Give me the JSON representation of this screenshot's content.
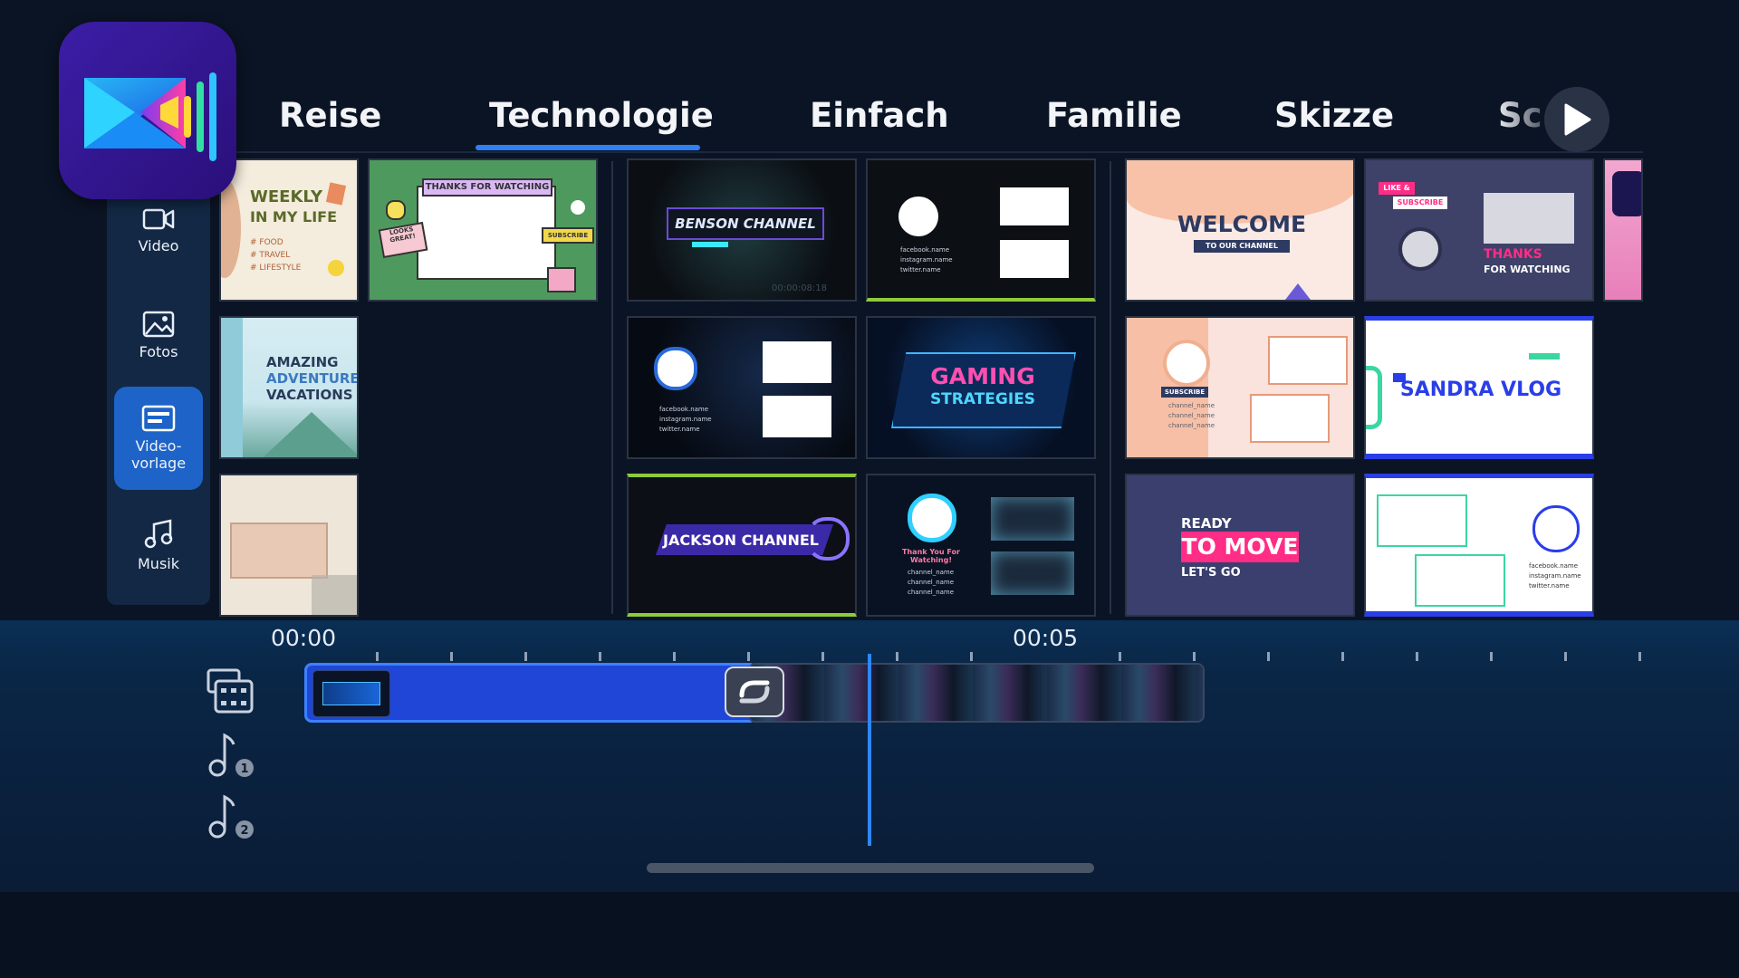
{
  "tabs": [
    {
      "label": "Reise",
      "active": false
    },
    {
      "label": "Technologie",
      "active": true
    },
    {
      "label": "Einfach",
      "active": false
    },
    {
      "label": "Familie",
      "active": false
    },
    {
      "label": "Skizze",
      "active": false
    },
    {
      "label": "Sc",
      "active": false
    }
  ],
  "sidebar": {
    "items": [
      {
        "label": "Video",
        "icon": "video-camera-icon",
        "active": false
      },
      {
        "label": "Fotos",
        "icon": "photo-icon",
        "active": false
      },
      {
        "label": "Video-\nvorlage",
        "icon": "video-template-icon",
        "active": true
      },
      {
        "label": "Musik",
        "icon": "music-note-icon",
        "active": false
      }
    ]
  },
  "templates": {
    "weekly": {
      "title1": "WEEKLY",
      "title2": "IN MY LIFE",
      "items": [
        "# FOOD",
        "# TRAVEL",
        "# LIFESTYLE"
      ]
    },
    "thanks_watching": {
      "banner": "THANKS FOR WATCHING",
      "sticker1": "LOOKS GREAT!",
      "sticker2": "SUBSCRIBE"
    },
    "adventures": {
      "line1": "AMAZING",
      "line2": "ADVENTURES",
      "line3": "VACATIONS"
    },
    "benson": {
      "title": "BENSON CHANNEL",
      "timecode": "00:00:08:18"
    },
    "gaming": {
      "line1": "GAMING",
      "line2": "STRATEGIES"
    },
    "jackson": {
      "title": "JACKSON CHANNEL"
    },
    "socials": {
      "facebook": "facebook.name",
      "instagram": "instagram.name",
      "twitter": "twitter.name"
    },
    "thankyou": {
      "title": "Thank You For Watching!",
      "rows": [
        "channel_name",
        "channel_name",
        "channel_name"
      ]
    },
    "welcome": {
      "title": "WELCOME",
      "subtitle": "TO OUR CHANNEL"
    },
    "subscribe_peach": {
      "badge": "SUBSCRIBE",
      "rows": [
        "channel_name",
        "channel_name",
        "channel_name"
      ]
    },
    "ready": {
      "line1": "READY",
      "line2": "TO MOVE",
      "line3": "LET'S GO"
    },
    "like_sub": {
      "badge1": "LIKE &",
      "badge2": "SUBSCRIBE",
      "thanks": "THANKS",
      "for_watching": "FOR WATCHING"
    },
    "sandra": {
      "title": "SANDRA VLOG"
    },
    "socials_white": {
      "facebook": "facebook.name",
      "instagram": "instagram.name",
      "twitter": "twitter.name"
    }
  },
  "timeline": {
    "time_start": "00:00",
    "time_mid": "00:05",
    "tracks": [
      {
        "icon": "video-track-icon"
      },
      {
        "icon": "music-track-1-icon",
        "badge": "1"
      },
      {
        "icon": "music-track-2-icon",
        "badge": "2"
      }
    ]
  },
  "colors": {
    "accent": "#2f7ff5",
    "background": "#0b1424",
    "sidebar": "#132845",
    "clip": "#1f46d6"
  }
}
